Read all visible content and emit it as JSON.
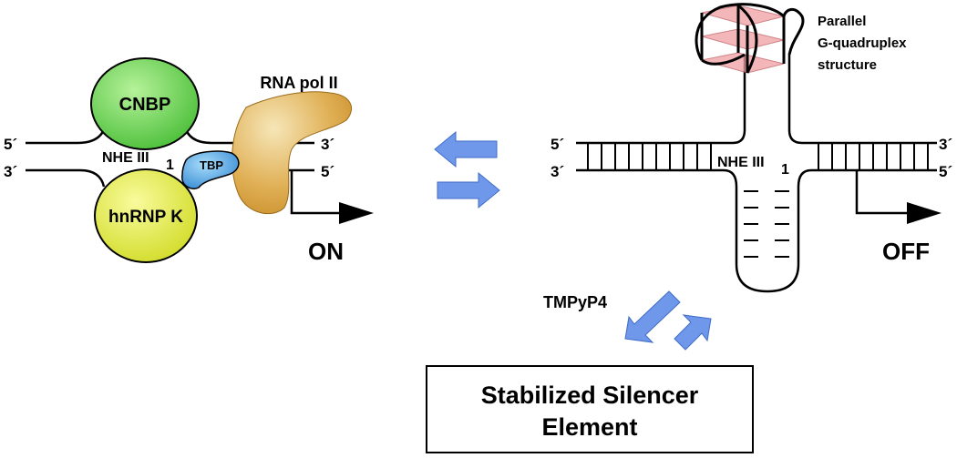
{
  "left_panel": {
    "cnbp_label": "CNBP",
    "hnrnpk_label": "hnRNP K",
    "tbp_label": "TBP",
    "rnapol_label": "RNA pol II",
    "nhe_label": "NHE III",
    "nhe_subscript": "1",
    "strand_top_5prime": "5´",
    "strand_bottom_3prime": "3´",
    "strand_top_3prime": "3´",
    "strand_bottom_5prime": "5´",
    "state_label": "ON"
  },
  "right_panel": {
    "quadruplex_label_line1": "Parallel",
    "quadruplex_label_line2": "G-quadruplex",
    "quadruplex_label_line3": "structure",
    "nhe_label": "NHE III",
    "nhe_subscript": "1",
    "strand_top_5prime": "5´",
    "strand_bottom_3prime": "3´",
    "strand_top_3prime": "3´",
    "strand_bottom_5prime": "5´",
    "state_label": "OFF"
  },
  "ligand": {
    "label": "TMPyP4"
  },
  "silencer_box": {
    "line1": "Stabilized Silencer",
    "line2": "Element"
  },
  "colors": {
    "cnbp_fill": "#7bd65a",
    "hnrnpk_fill": "#e6ee4a",
    "tbp_fill": "#5aa8e6",
    "rnapol_fill": "#dca441",
    "arrow_fill": "#6f97ea",
    "quadruplex_fill": "#f0a0a4"
  }
}
